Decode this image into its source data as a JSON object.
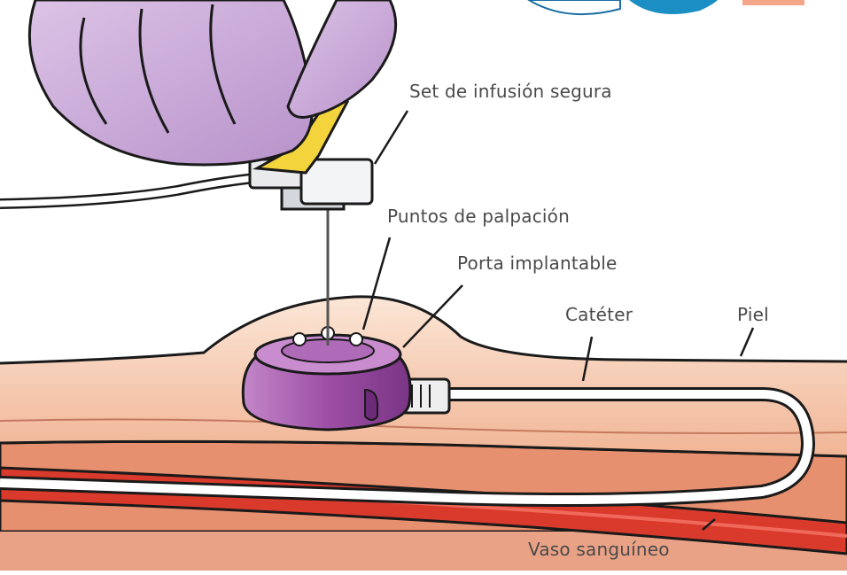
{
  "labels": {
    "set_infusion": "Set de infusión segura",
    "puntos": "Puntos de palpación",
    "porta": "Porta implantable",
    "cateter": "Catéter",
    "piel": "Piel",
    "vaso": "Vaso sanguíneo"
  },
  "colors": {
    "skin_top": "#fbe3d2",
    "skin_mid": "#f0b08f",
    "tissue": "#e8957a",
    "vessel": "#d9372b",
    "glove": "#c9a8d8",
    "port": "#a85bb0",
    "clip": "#f2d23c",
    "outline": "#1a1a1a"
  }
}
